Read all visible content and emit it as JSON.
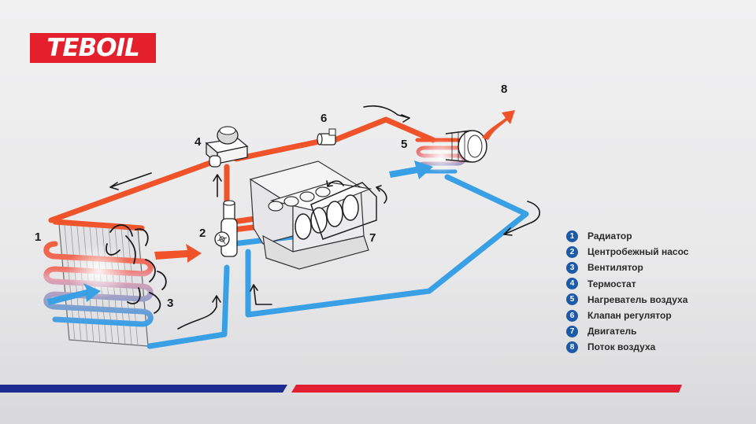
{
  "brand": {
    "logo_text": "TEBOIL"
  },
  "callouts": [
    "1",
    "2",
    "3",
    "4",
    "5",
    "6",
    "7",
    "8"
  ],
  "legend": [
    {
      "num": "1",
      "label": "Радиатор"
    },
    {
      "num": "2",
      "label": "Центробежный насос"
    },
    {
      "num": "3",
      "label": "Вентилятор"
    },
    {
      "num": "4",
      "label": "Термостат"
    },
    {
      "num": "5",
      "label": "Нагреватель воздуха"
    },
    {
      "num": "6",
      "label": "Клапан регулятор"
    },
    {
      "num": "7",
      "label": "Двигатель"
    },
    {
      "num": "8",
      "label": "Поток воздуха"
    }
  ],
  "colors": {
    "hot": "#f0532a",
    "cold": "#3aa0e6",
    "brand_red": "#e3202c",
    "badge_blue": "#1b5aa8",
    "bar_blue": "#1d2a8f",
    "bar_red": "#e31e33"
  }
}
